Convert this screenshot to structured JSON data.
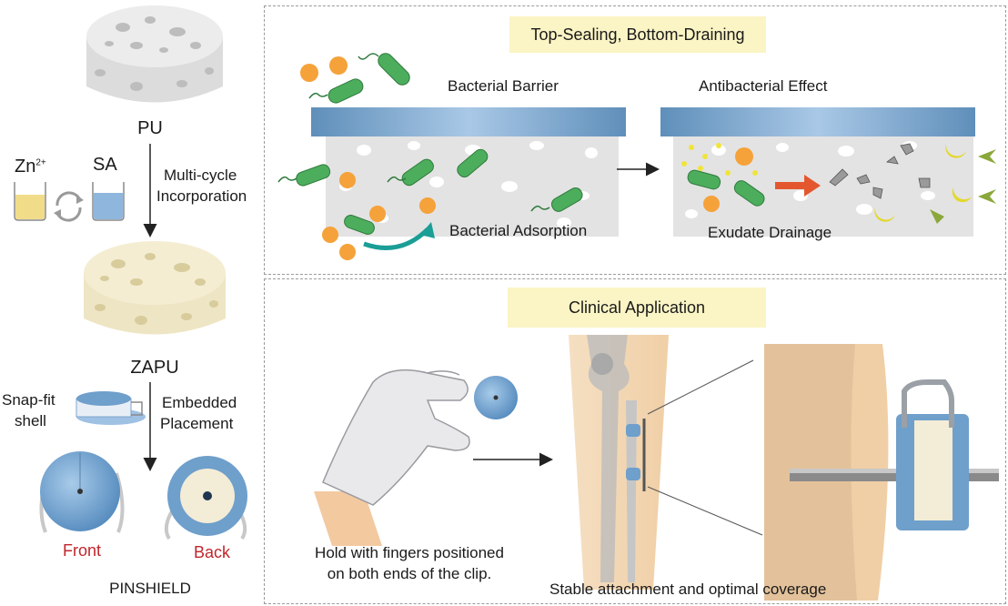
{
  "left": {
    "pu_label": "PU",
    "zn_label": "Zn",
    "zn_superscript": "2+",
    "sa_label": "SA",
    "step1_line1": "Multi-cycle",
    "step1_line2": "Incorporation",
    "zapu_label": "ZAPU",
    "snapfit_line1": "Snap-fit",
    "snapfit_line2": "shell",
    "step2_line1": "Embedded",
    "step2_line2": "Placement",
    "front_label": "Front",
    "back_label": "Back",
    "final_label": "PINSHIELD"
  },
  "top_panel": {
    "banner": "Top-Sealing, Bottom-Draining",
    "barrier_title": "Bacterial Barrier",
    "antibacterial_title": "Antibacterial Effect",
    "adsorption_label": "Bacterial Adsorption",
    "drainage_label": "Exudate Drainage"
  },
  "bottom_panel": {
    "banner": "Clinical Application",
    "hold_line1": "Hold with fingers positioned",
    "hold_line2": "on both ends of the clip.",
    "stable_label": "Stable attachment and optimal coverage"
  },
  "colors": {
    "banner_bg": "#fbf4c4",
    "bacteria_green": "#4cae5c",
    "zinc_orange": "#f5a23a",
    "shell_blue": "#6f9fcb",
    "arrow_teal": "#1a9e96",
    "arrow_red": "#e4572e",
    "label_red": "#c0262c"
  }
}
